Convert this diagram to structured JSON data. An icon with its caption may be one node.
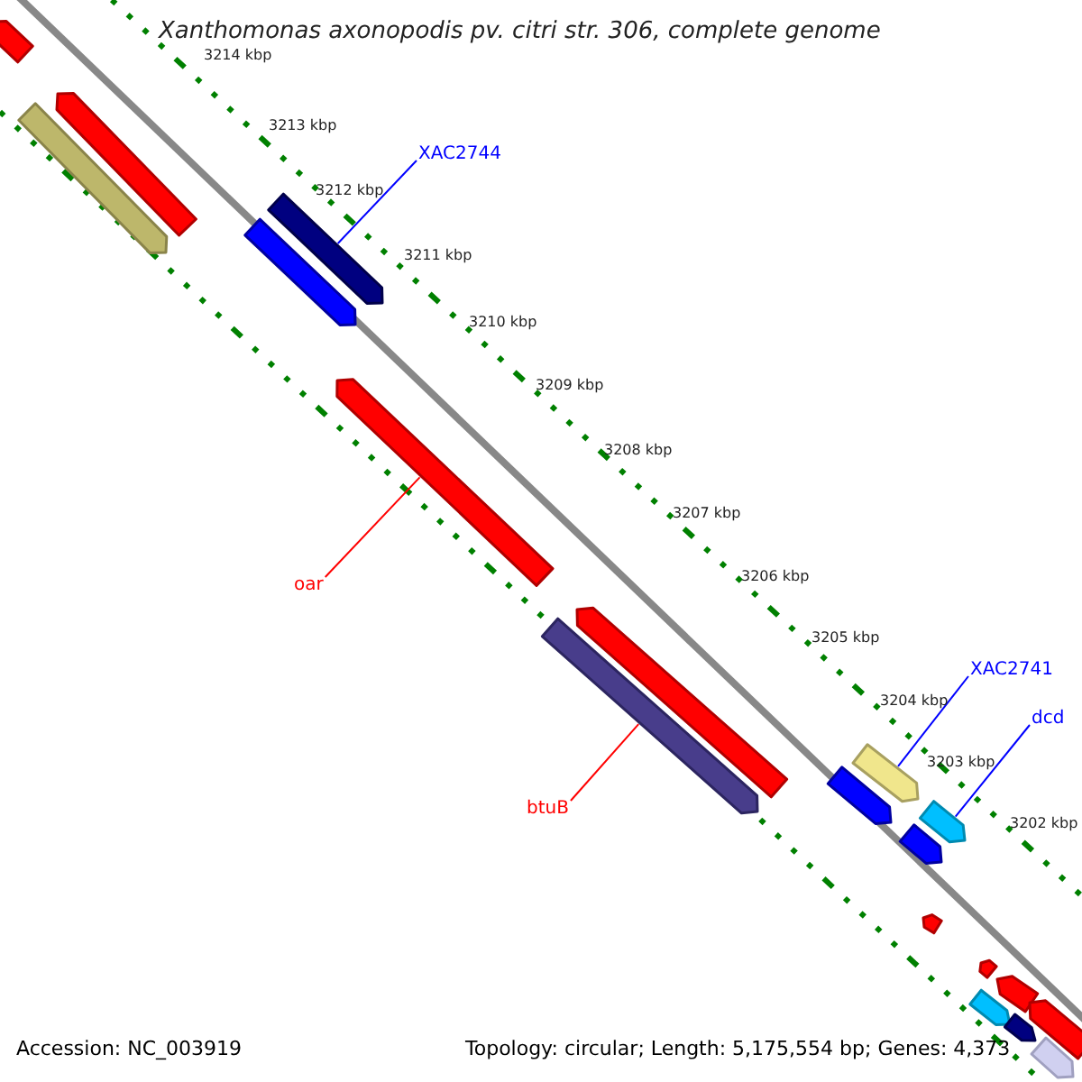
{
  "diagram": {
    "title": "Xanthomonas axonopodis pv. citri str. 306, complete genome",
    "nodes": [
      {
        "text": [
          "XAC2744"
        ]
      },
      {
        "text": [],
        "shape": "bar"
      },
      {
        "text": [
          "oar"
        ]
      },
      {
        "text": [],
        "shape": "bar"
      },
      {
        "text": [
          "btuB"
        ]
      },
      {
        "text": [],
        "shape": "bar"
      },
      {
        "text": [
          "XAC2741"
        ]
      },
      {
        "text": [],
        "shape": "bar"
      },
      {
        "text": [
          "dcd"
        ]
      },
      {
        "text": [],
        "shape": "bar"
      },
      {
        "text": [],
        "shape": "bar"
      },
      {
        "text": [],
        "shape": "bar"
      },
      {
        "text": [],
        "shape": "bar"
      },
      {
        "text": [],
        "shape": "bar"
      },
      {
        "text": [],
        "shape": "bar"
      },
      {
        "text": [],
        "shape": "bar"
      },
      {
        "text": [],
        "shape": "bar"
      },
      {
        "text": [],
        "shape": "bar"
      },
      {
        "text": [],
        "shape": "bar"
      },
      {
        "text": [],
        "shape": "bar"
      },
      {
        "text": [],
        "shape": "bar"
      },
      {
        "text": [],
        "shape": "bar"
      },
      {
        "text": [],
        "shape": "bar"
      },
      {
        "text": [],
        "shape": "bar"
      }
    ],
    "edges": [
      {
        "from": 0,
        "to": 1,
        "arrow": "none"
      },
      {
        "from": 2,
        "to": 3,
        "arrow": "none",
        "color": "#ff0000"
      },
      {
        "from": 4,
        "to": 5,
        "arrow": "none",
        "color": "#ff0000"
      },
      {
        "from": 6,
        "to": 7,
        "arrow": "none"
      },
      {
        "from": 8,
        "to": 9,
        "arrow": "none"
      }
    ],
    "labels": [
      "3214 kbp",
      "3213 kbp",
      "3212 kbp",
      "3211 kbp",
      "3210 kbp",
      "3209 kbp",
      "3208 kbp",
      "3207 kbp",
      "3206 kbp",
      "3205 kbp",
      "3204 kbp",
      "3203 kbp",
      "3202 kbp",
      "Accession: NC_003919",
      "Topology: circular; Length: 5,175,554 bp; Genes: 4,373"
    ]
  }
}
